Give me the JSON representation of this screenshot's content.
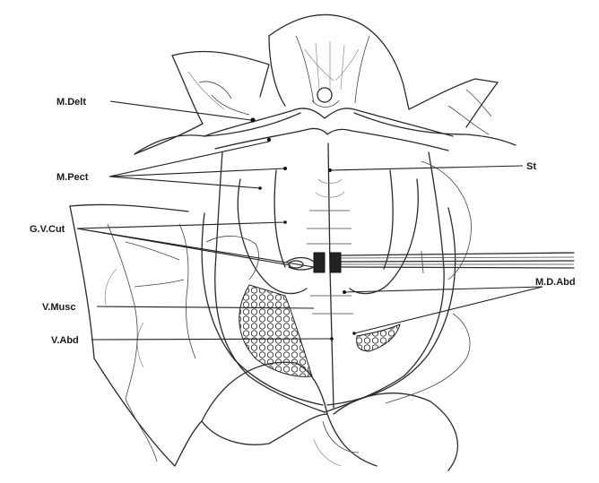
{
  "labels": {
    "m_delt": "M.Delt",
    "m_pect": "M.Pect",
    "g_v_cut": "G.V.Cut",
    "v_musc": "V.Musc",
    "v_abd": "V.Abd",
    "st": "St",
    "m_d_abd": "M.D.Abd"
  }
}
